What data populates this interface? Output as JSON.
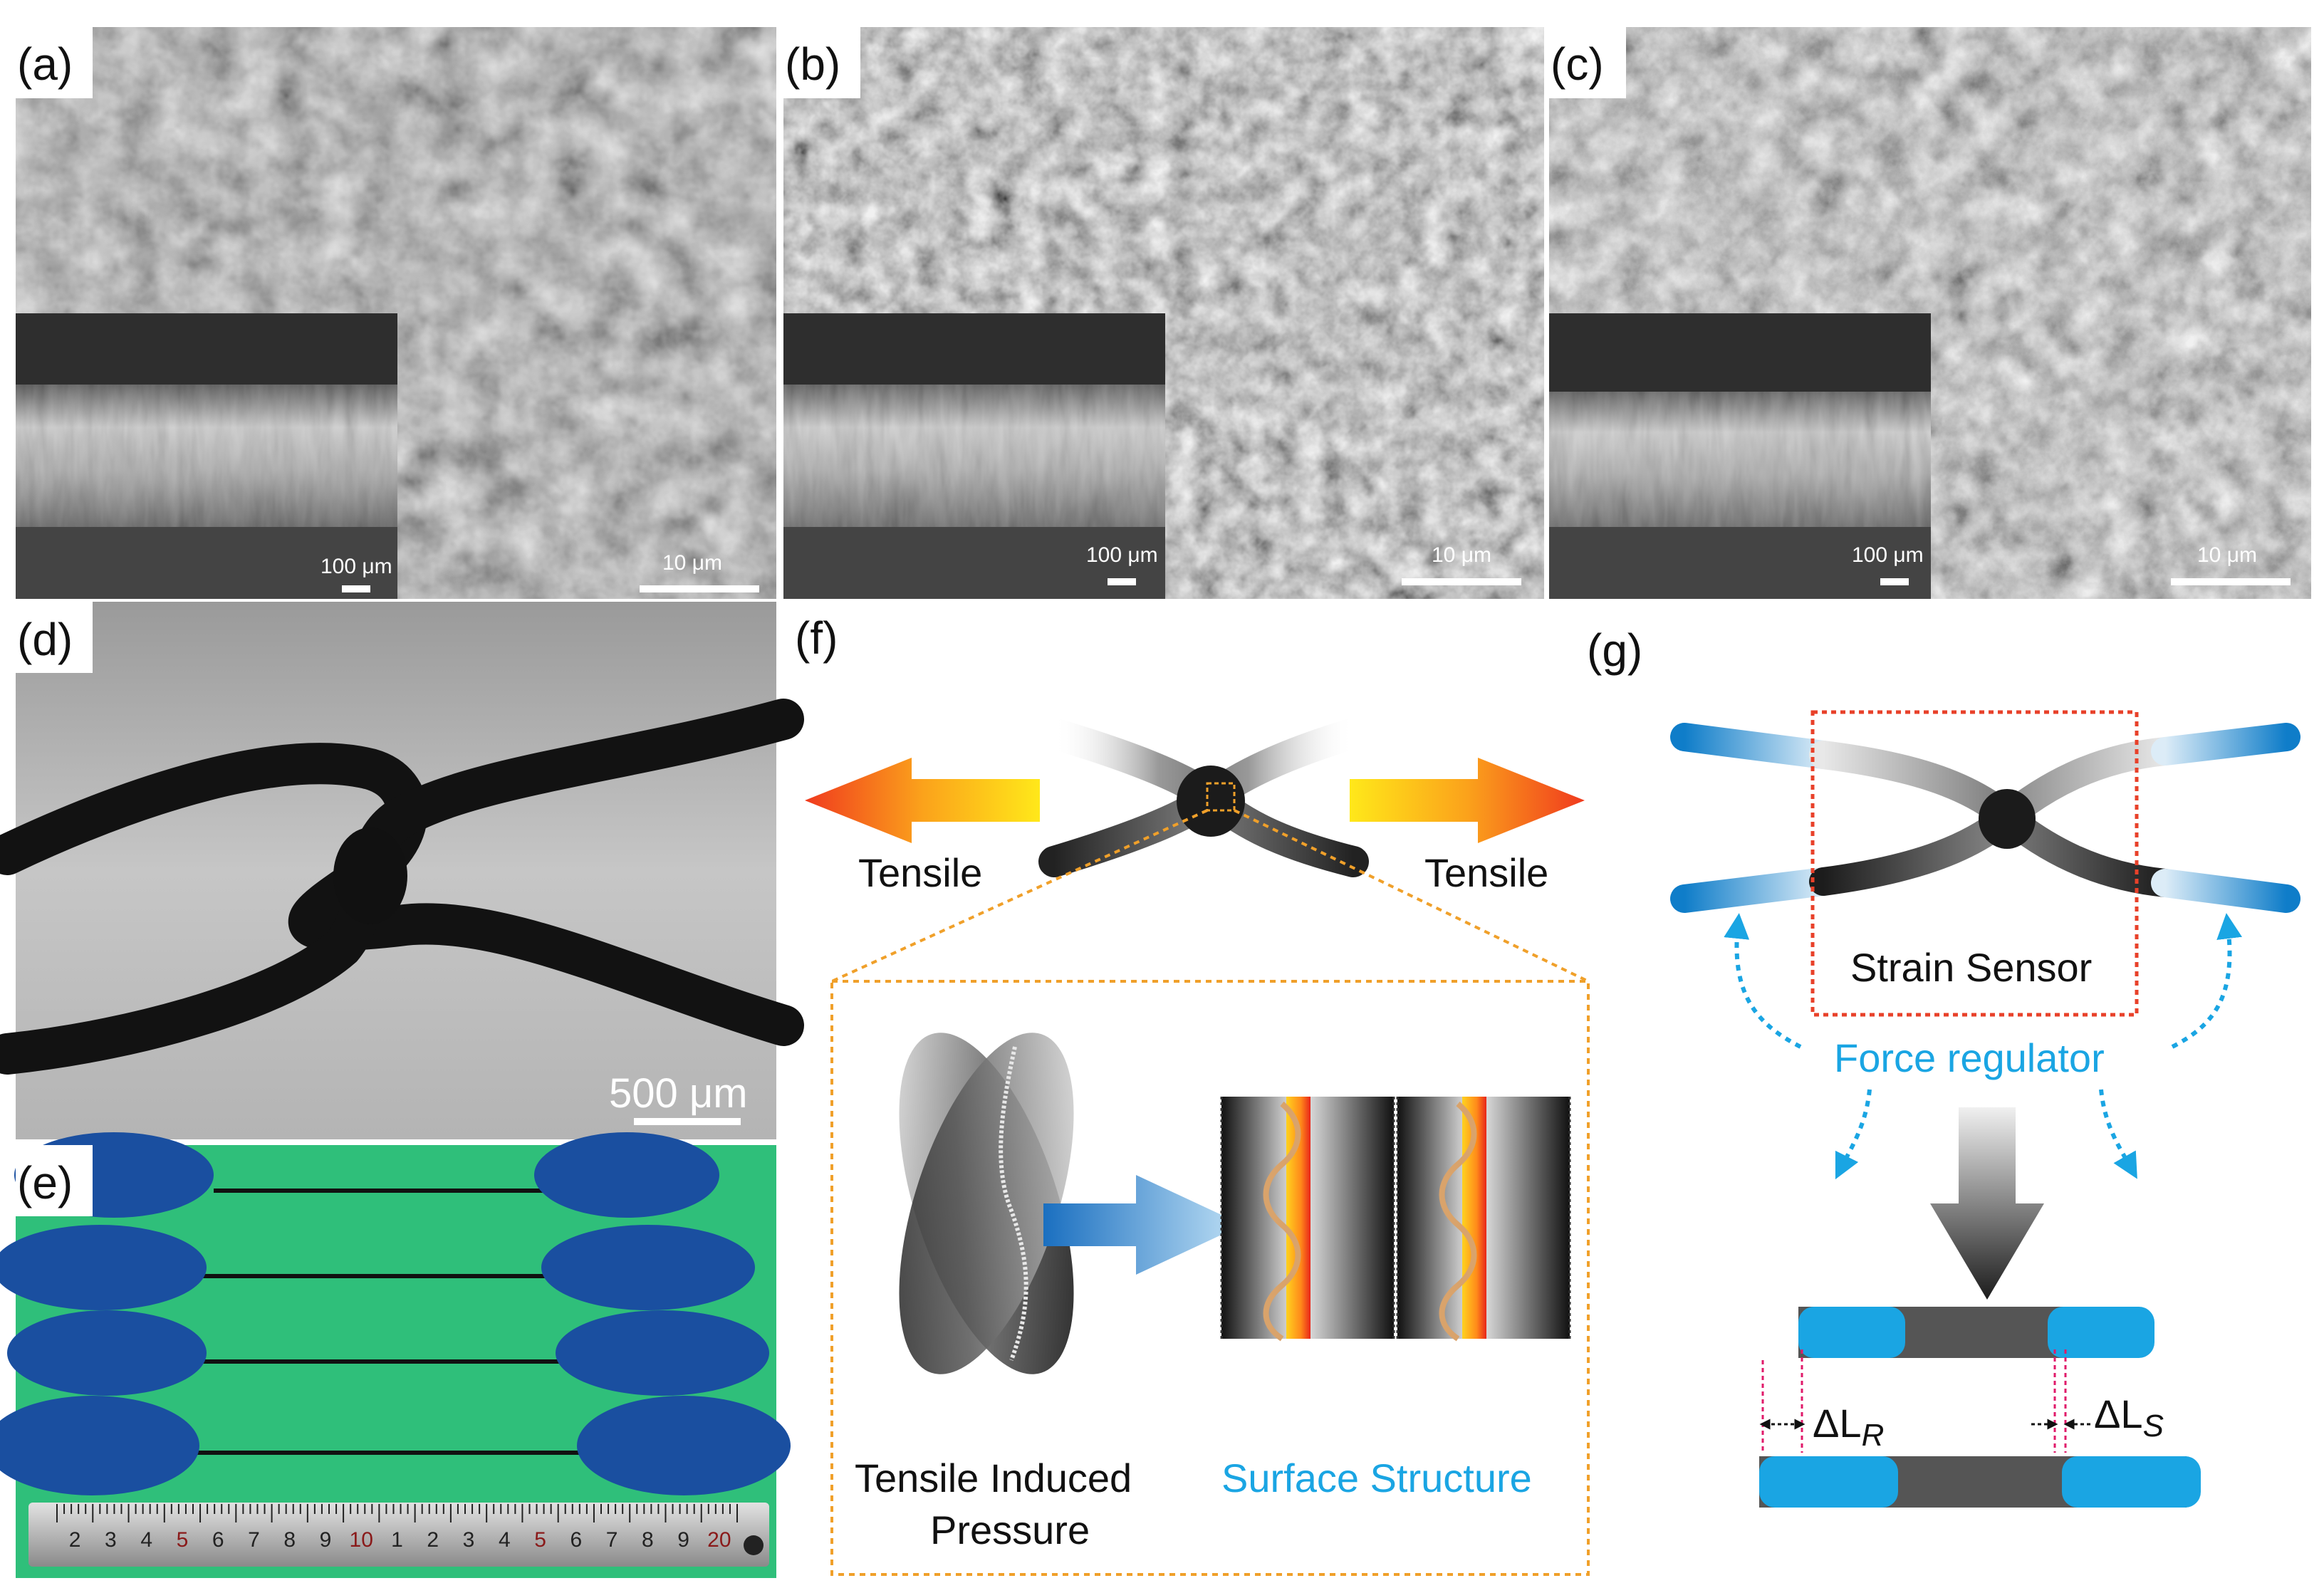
{
  "panels": {
    "a": {
      "label": "(a)",
      "inset_scale": "100 μm",
      "main_scale": "10 μm"
    },
    "b": {
      "label": "(b)",
      "inset_scale": "100 μm",
      "main_scale": "10 μm"
    },
    "c": {
      "label": "(c)",
      "inset_scale": "100 μm",
      "main_scale": "10 μm"
    },
    "d": {
      "label": "(d)",
      "scale": "500 μm"
    },
    "e": {
      "label": "(e)",
      "ruler_numbers": [
        "2",
        "3",
        "4",
        "5",
        "6",
        "7",
        "8",
        "9",
        "10",
        "1",
        "2",
        "3",
        "4",
        "5",
        "6",
        "7",
        "8",
        "9",
        "20"
      ]
    },
    "f": {
      "label": "(f)",
      "tensile_left": "Tensile",
      "tensile_right": "Tensile",
      "caption_left_line1": "Tensile Induced",
      "caption_left_line2": "Pressure",
      "caption_right": "Surface Structure"
    },
    "g": {
      "label": "(g)",
      "box_label": "Strain Sensor",
      "regulator_label": "Force regulator",
      "delta_r": "ΔL",
      "delta_r_sub": "R",
      "delta_s": "ΔL",
      "delta_s_sub": "S"
    }
  },
  "colors": {
    "blue_accent": "#1aa5e3",
    "red_dotted": "#e8412a",
    "orange_dotted": "#f0a02a",
    "green_bg": "#2fbf7a",
    "glove_blue": "#1a4fa0"
  }
}
